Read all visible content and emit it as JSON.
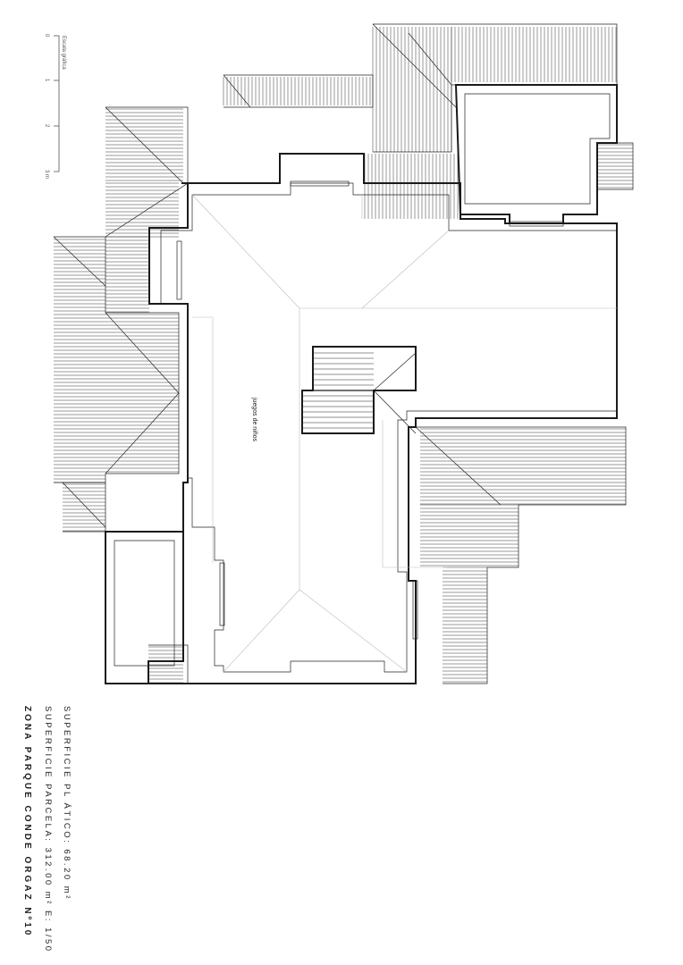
{
  "scale": {
    "title": "Escala gráfica",
    "ticks": [
      "0",
      "1",
      "2",
      "3 m"
    ]
  },
  "room_label": "juegos de niños",
  "watermark": "",
  "info": {
    "line1": "SUPERFICIE PL ÁTICO: 68.20 m²",
    "line2": "SUPERFICIE PARCELA: 312.00 m²   E: 1/50",
    "line3": "ZONA PARQUE CONDE ORGAZ Nº10"
  },
  "colors": {
    "line": "#1a1a1a",
    "guide": "#bdbdbd"
  }
}
